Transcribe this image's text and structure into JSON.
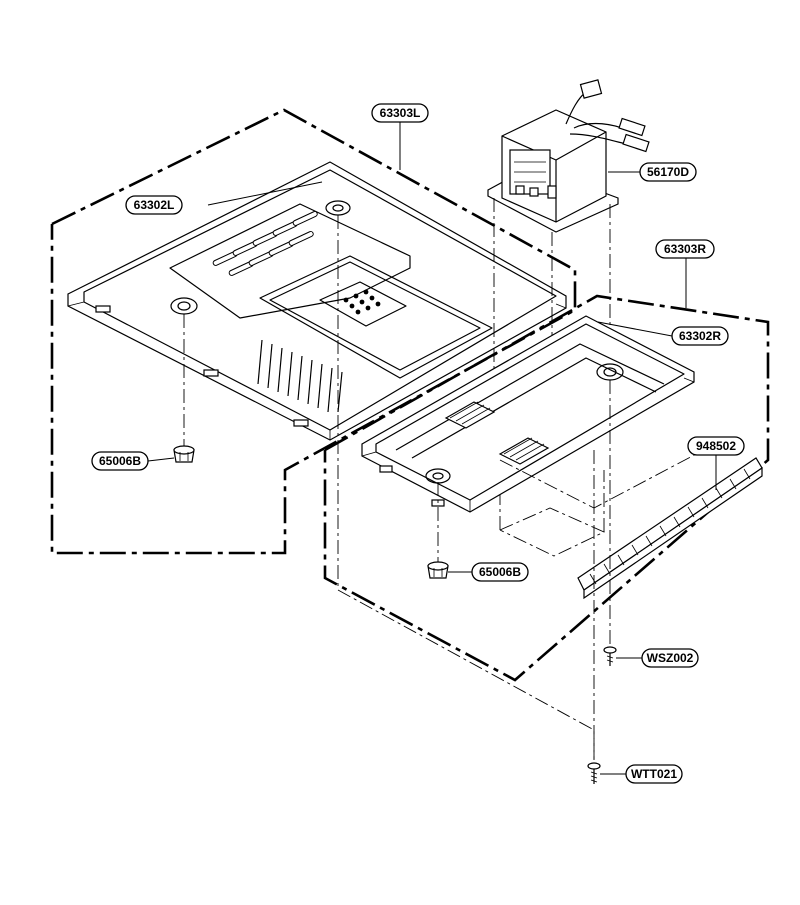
{
  "part_labels": {
    "top_left_group": "63303L",
    "left_base_plate": "63302L",
    "transformer": "56170D",
    "right_group": "63303R",
    "right_base_plate": "63302R",
    "left_foot": "65006B",
    "right_foot": "65006B",
    "gasket_strip": "948502",
    "screw_small": "WSZ002",
    "screw_tapping": "WTT021"
  }
}
